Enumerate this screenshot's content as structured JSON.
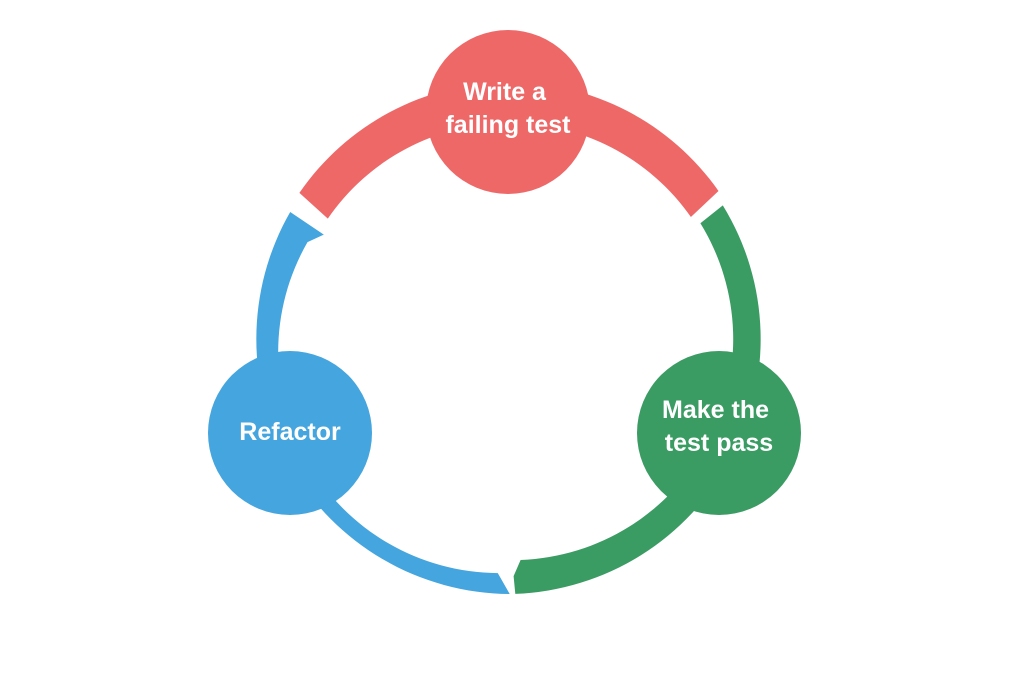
{
  "diagram": {
    "nodes": [
      {
        "id": "write",
        "lines": [
          "Write a",
          "failing test"
        ],
        "color": "#ee6868"
      },
      {
        "id": "pass",
        "lines": [
          "Make the",
          "test pass"
        ],
        "color": "#3a9c63"
      },
      {
        "id": "refactor",
        "lines": [
          "Refactor"
        ],
        "color": "#45a5de"
      }
    ]
  }
}
